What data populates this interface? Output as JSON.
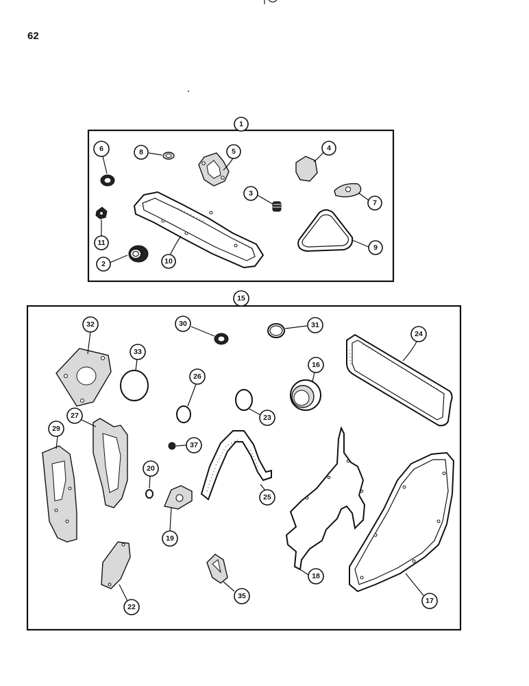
{
  "page": {
    "number": "62"
  },
  "kits": [
    {
      "id": "kit-upper",
      "callout": "1",
      "parts": [
        "10",
        "8",
        "5",
        "4",
        "3",
        "7",
        "11",
        "6",
        "9",
        "2"
      ]
    },
    {
      "id": "kit-lower",
      "callout": "15",
      "parts": [
        "32",
        "30",
        "31",
        "24",
        "33",
        "16",
        "26",
        "23",
        "27",
        "29",
        "37",
        "20",
        "25",
        "19",
        "18",
        "17",
        "22",
        "35"
      ]
    }
  ],
  "callouts": [
    "1",
    "2",
    "3",
    "4",
    "5",
    "6",
    "7",
    "8",
    "9",
    "10",
    "11",
    "15",
    "16",
    "17",
    "18",
    "19",
    "20",
    "22",
    "23",
    "24",
    "25",
    "26",
    "27",
    "29",
    "30",
    "31",
    "32",
    "33",
    "35",
    "37"
  ]
}
